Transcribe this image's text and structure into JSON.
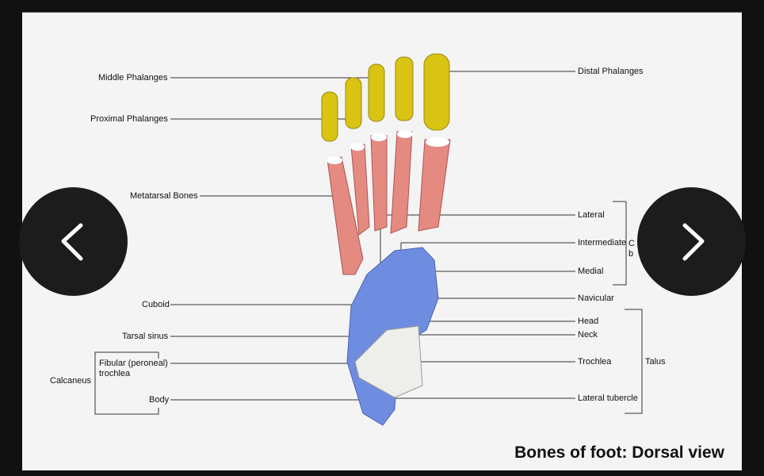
{
  "image": {
    "caption": "Bones of foot: Dorsal view",
    "labels_left": {
      "middle_phalanges": "Middle Phalanges",
      "proximal_phalanges": "Proximal Phalanges",
      "metatarsal_bones": "Metatarsal Bones",
      "cuboid": "Cuboid",
      "tarsal_sinus": "Tarsal sinus",
      "fibular_trochlea": "Fibular (peroneal)",
      "fibular_trochlea_2": "trochlea",
      "calcaneus": "Calcaneus",
      "body": "Body"
    },
    "labels_right": {
      "distal_phalanges": "Distal Phalanges",
      "lateral": "Lateral",
      "intermediate": "Intermediate",
      "medial": "Medial",
      "cuneiform_partial_1": "C",
      "cuneiform_partial_2": "b",
      "navicular": "Navicular",
      "head": "Head",
      "neck": "Neck",
      "trochlea": "Trochlea",
      "lateral_tubercle": "Lateral tubercle",
      "talus": "Talus"
    },
    "colors": {
      "phalanges": "#d9c313",
      "metatarsals": "#e58a80",
      "tarsals": "#6f8de0",
      "talus": "#eeeeea"
    }
  },
  "nav": {
    "prev_icon": "chevron-left-icon",
    "next_icon": "chevron-right-icon"
  }
}
